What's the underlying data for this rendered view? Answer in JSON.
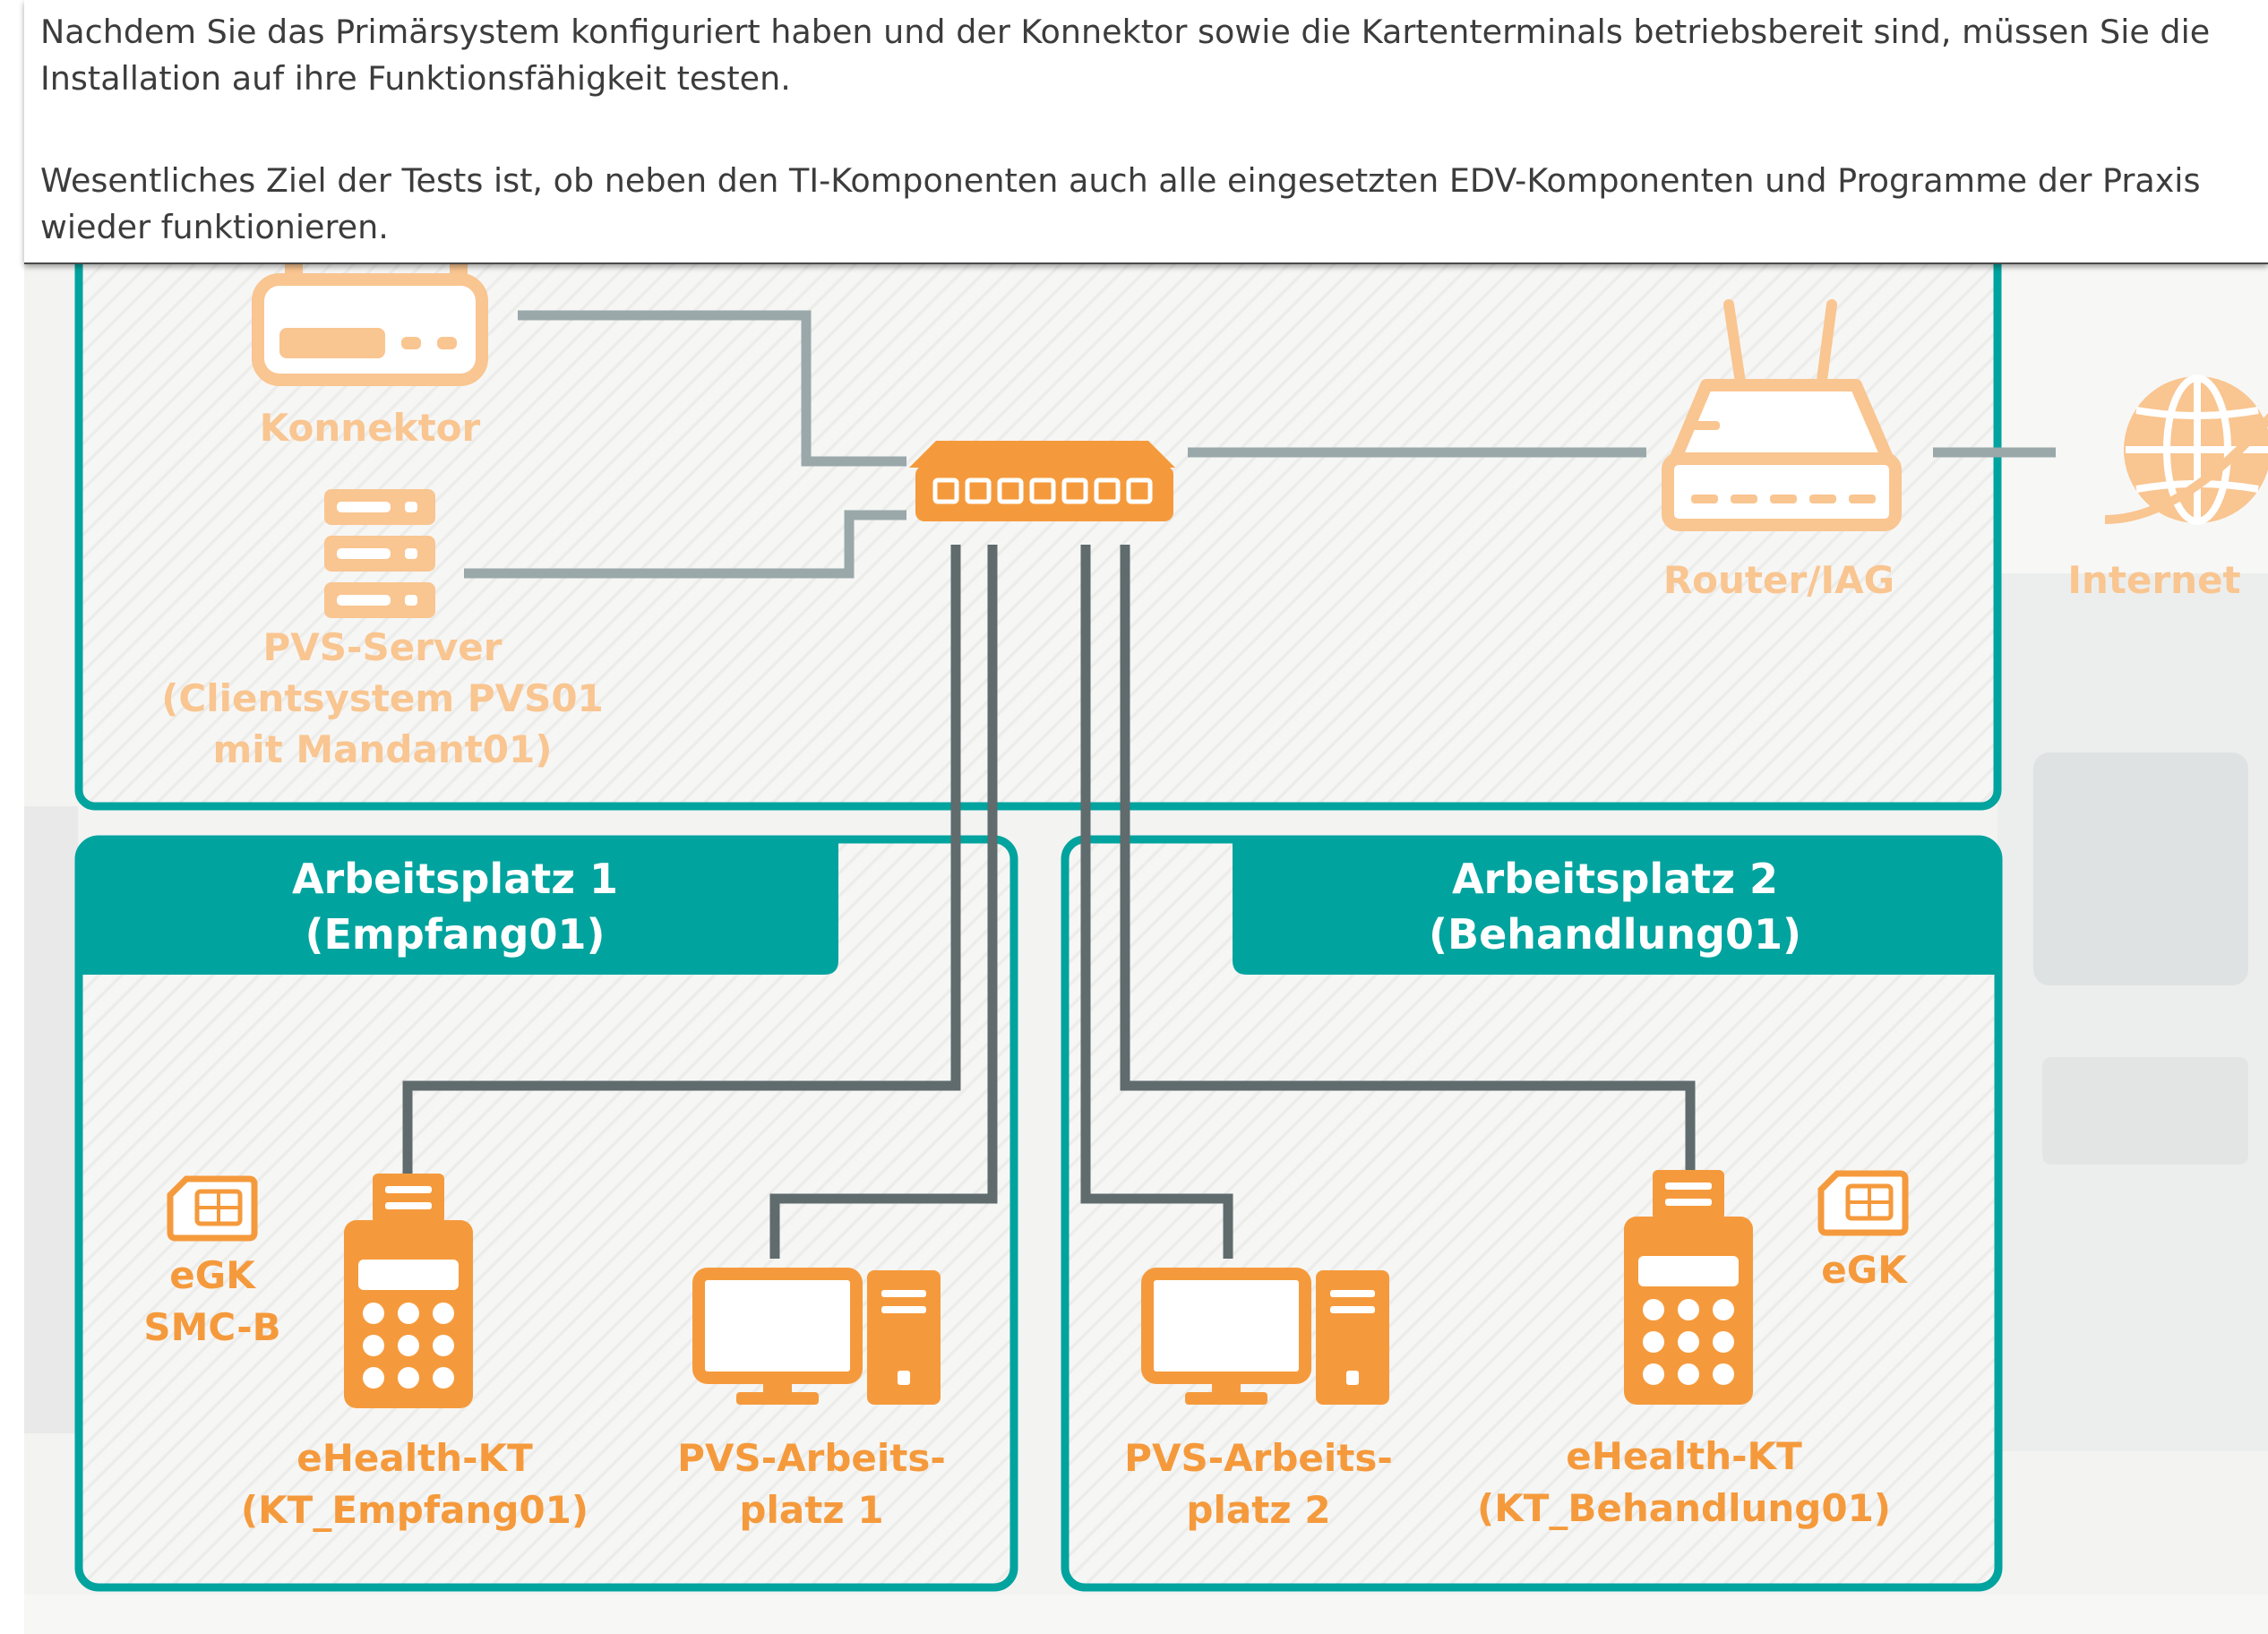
{
  "intro": {
    "paragraph1": "Nachdem Sie das Primärsystem konfiguriert haben und der Konnektor sowie die Kartenterminals betriebsbereit sind, müssen Sie die Installation auf ihre Funktionsfähigkeit testen.",
    "paragraph2": "Wesentliches Ziel der Tests ist, ob neben den TI-Komponenten auch alle eingesetzten EDV-Komponenten und Programme der Praxis wieder funktionieren."
  },
  "colors": {
    "accent_orange": "#f59a3c",
    "light_orange": "#f9c590",
    "teal": "#00a39e",
    "cable_gray": "#5f6b6d",
    "cable_light": "#9aa8aa",
    "text_gray": "#3c3c3c"
  },
  "diagram": {
    "top_zone": {
      "konnektor": {
        "icon": "konnektor-icon",
        "label": "Konnektor"
      },
      "pvs_server": {
        "icon": "server-icon",
        "label_lines": [
          "PVS-Server",
          "(Clientsystem PVS01",
          "mit Mandant01)"
        ]
      },
      "switch": {
        "icon": "network-switch-icon"
      },
      "router": {
        "icon": "router-icon",
        "label": "Router/IAG"
      },
      "internet": {
        "icon": "globe-icon",
        "label": "Internet"
      }
    },
    "workplace1": {
      "title_line1": "Arbeitsplatz 1",
      "title_line2": "(Empfang01)",
      "cards": {
        "icon": "smart-card-icon",
        "label_lines": [
          "eGK",
          "SMC-B"
        ]
      },
      "terminal": {
        "icon": "card-terminal-icon",
        "label_lines": [
          "eHealth-KT",
          "(KT_Empfang01)"
        ]
      },
      "workstation": {
        "icon": "desktop-computer-icon",
        "label_lines": [
          "PVS-Arbeits-",
          "platz 1"
        ]
      }
    },
    "workplace2": {
      "title_line1": "Arbeitsplatz 2",
      "title_line2": "(Behandlung01)",
      "cards": {
        "icon": "smart-card-icon",
        "label_lines": [
          "eGK"
        ]
      },
      "terminal": {
        "icon": "card-terminal-icon",
        "label_lines": [
          "eHealth-KT",
          "(KT_Behandlung01)"
        ]
      },
      "workstation": {
        "icon": "desktop-computer-icon",
        "label_lines": [
          "PVS-Arbeits-",
          "platz 2"
        ]
      }
    }
  }
}
